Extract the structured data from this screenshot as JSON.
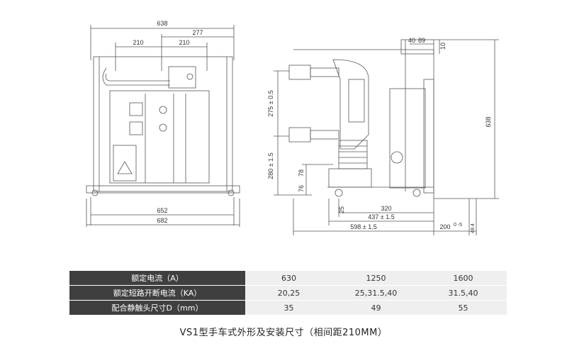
{
  "drawing": {
    "front_view": {
      "width_top": "638",
      "half_right": "277",
      "pitch_left": "210",
      "pitch_right": "210",
      "bottom_inner": "652",
      "bottom_outer": "682"
    },
    "side_view": {
      "top_small_left": "40",
      "top_small_right": "89",
      "top_vertical": "10",
      "overall_height": "638",
      "pitch_vertical": "275 ± 0.5",
      "lower_vertical": "280 ± 1.5",
      "dim_78": "78",
      "dim_76": "76",
      "dim_25": "25",
      "dim_320": "320",
      "dim_437": "437 ± 1.5",
      "dim_598": "598 ± 1.5",
      "dim_200": "200",
      "dim_200_tol": "0\n-5",
      "dim_48": "48.4"
    }
  },
  "spec_table": {
    "rows": [
      {
        "label": "额定电流（A）",
        "values": [
          "630",
          "1250",
          "1600"
        ]
      },
      {
        "label": "额定短路开断电流（KA）",
        "values": [
          "20,25",
          "25,31.5,40",
          "31.5,40"
        ]
      },
      {
        "label": "配合静触头尺寸D（mm）",
        "values": [
          "35",
          "49",
          "55"
        ]
      }
    ]
  },
  "caption": "VS1型手车式外形及安装尺寸（相间距210MM）",
  "colors": {
    "header_bg": "#3f3f3f",
    "cell_bg": "#efefef",
    "line": "#555555"
  }
}
